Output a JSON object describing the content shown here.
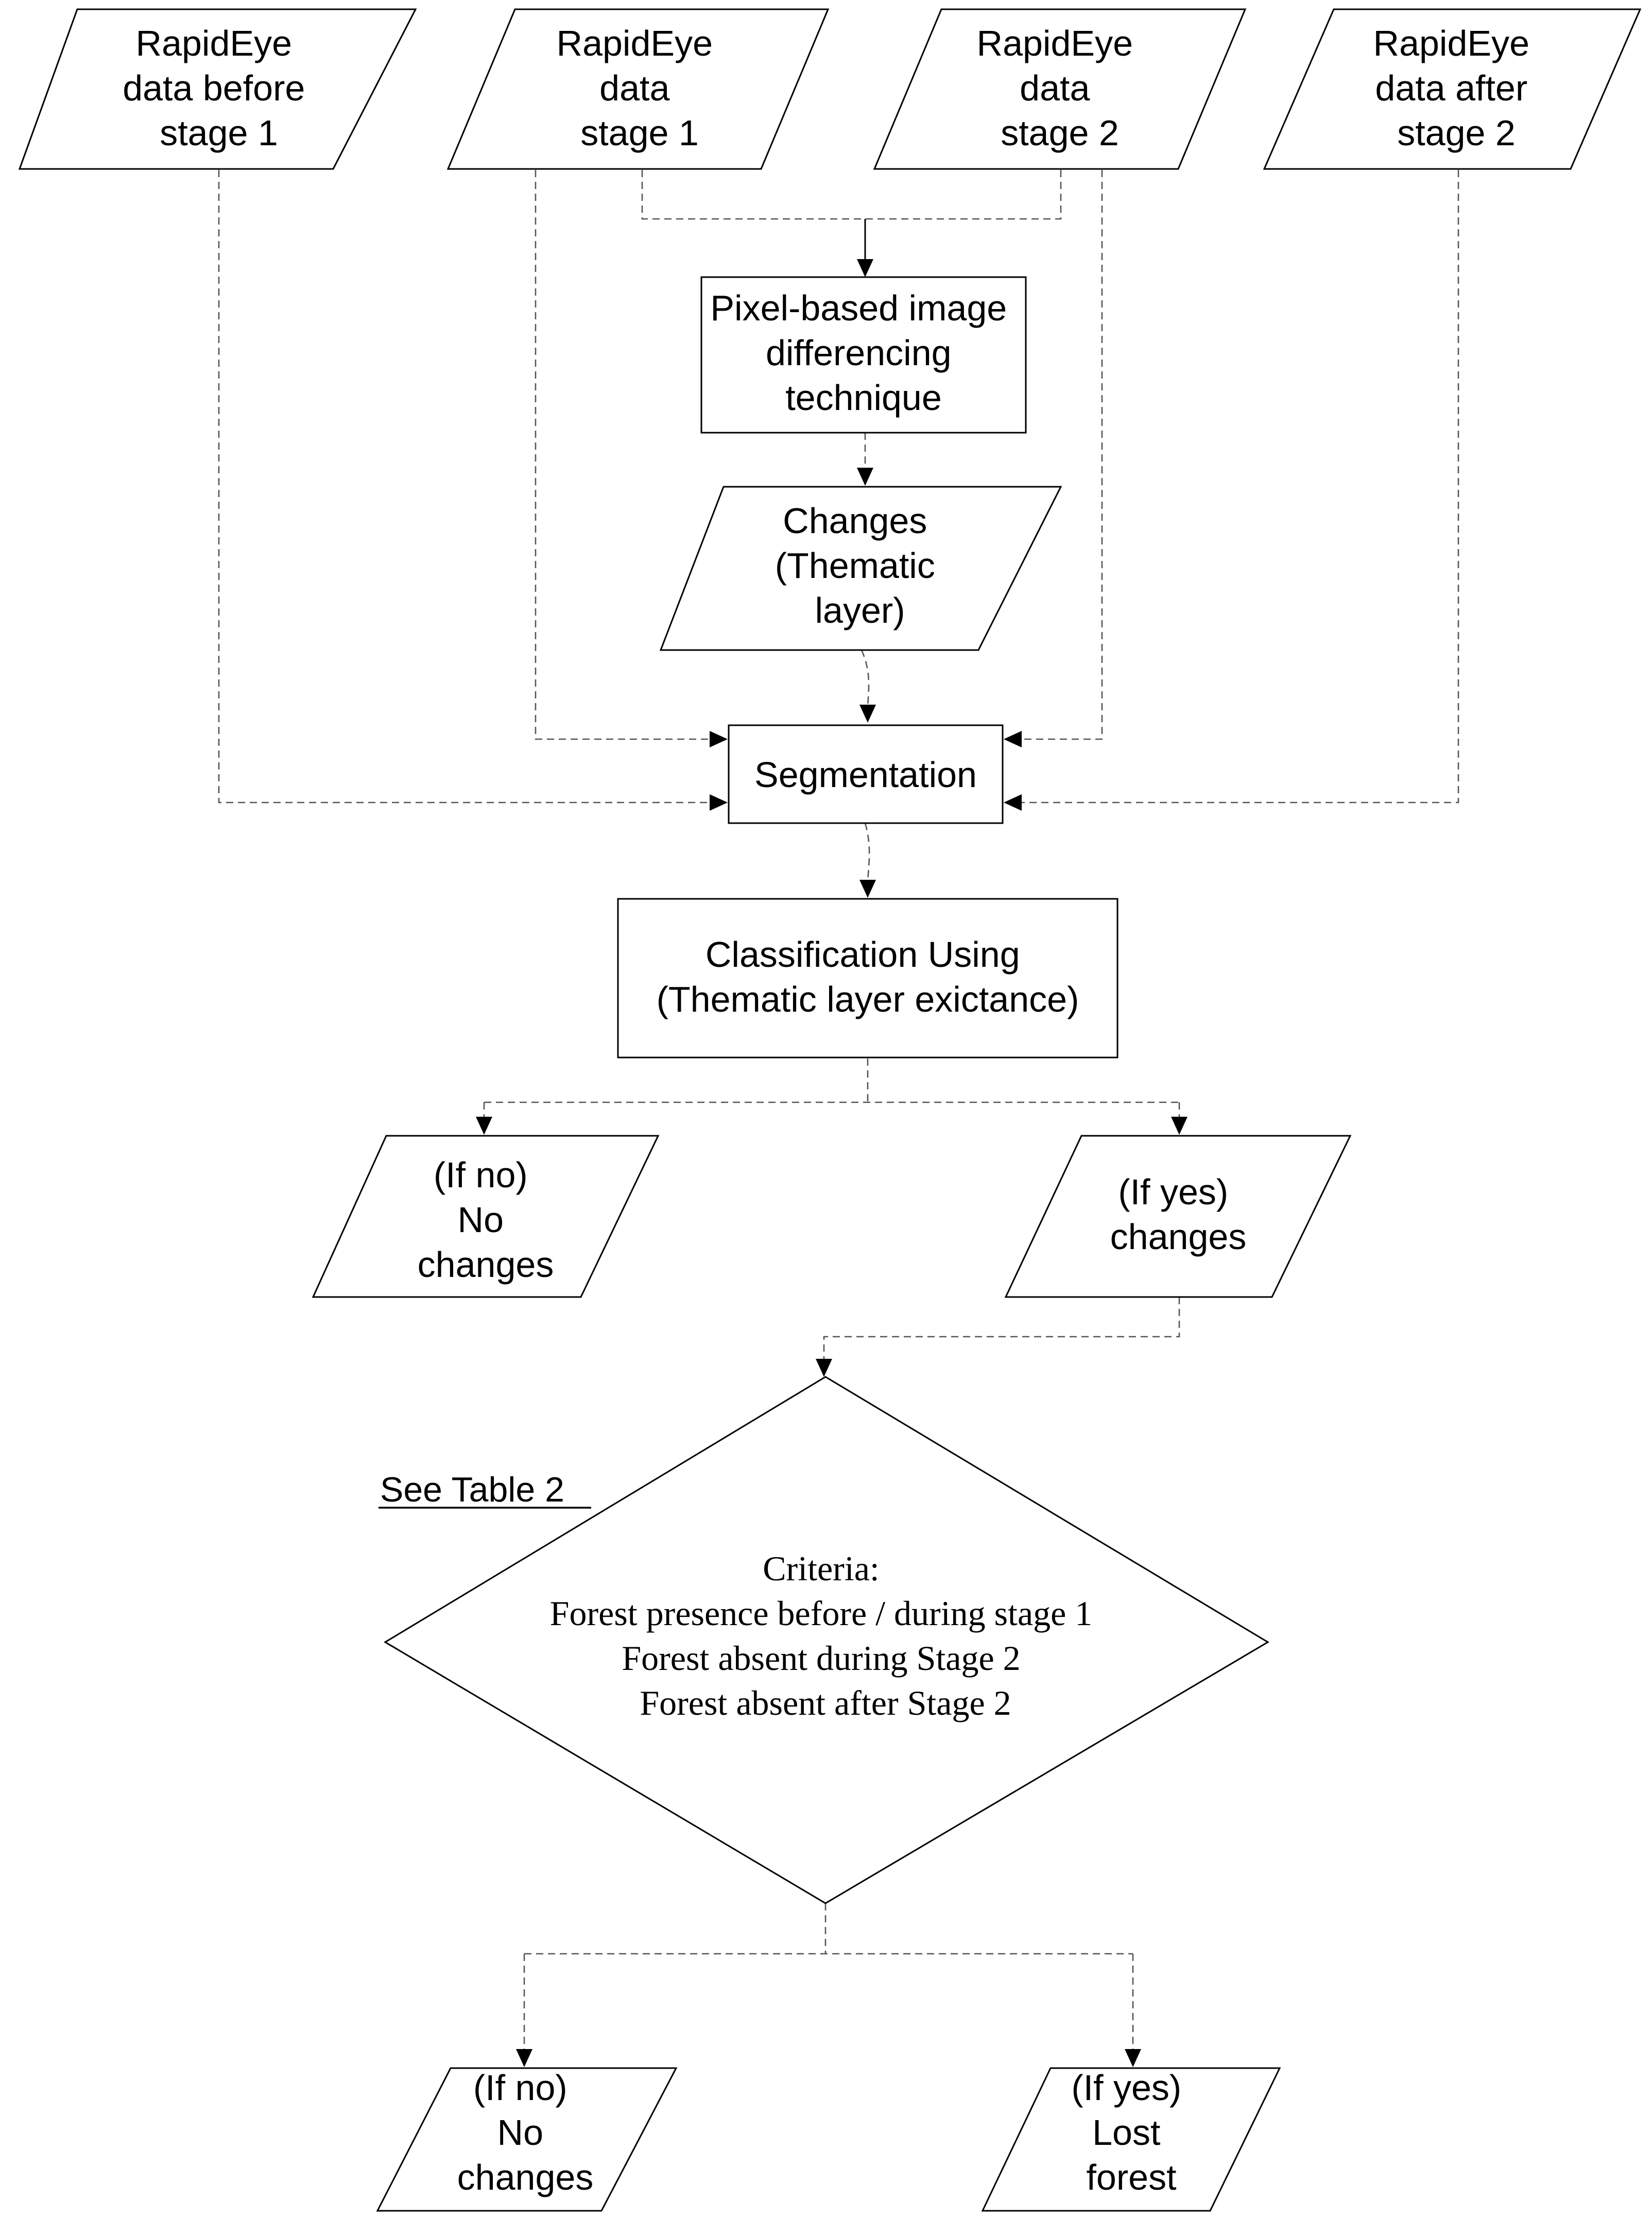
{
  "nodes": {
    "rapideye_before": {
      "shape": "parallelogram",
      "lines": [
        "RapidEye",
        "data before",
        "stage 1"
      ]
    },
    "rapideye_stage1": {
      "shape": "parallelogram",
      "lines": [
        "RapidEye",
        "data",
        "stage 1"
      ]
    },
    "rapideye_stage2": {
      "shape": "parallelogram",
      "lines": [
        "RapidEye",
        "data",
        "stage 2"
      ]
    },
    "rapideye_after": {
      "shape": "parallelogram",
      "lines": [
        "RapidEye",
        "data after",
        "stage 2"
      ]
    },
    "differencing": {
      "shape": "rectangle",
      "lines": [
        "Pixel-based image",
        "differencing",
        "technique"
      ]
    },
    "changes_layer": {
      "shape": "parallelogram",
      "lines": [
        "Changes",
        "(Thematic",
        "layer)"
      ]
    },
    "segmentation": {
      "shape": "rectangle",
      "lines": [
        "Segmentation"
      ]
    },
    "classification": {
      "shape": "rectangle",
      "lines": [
        "Classification Using",
        "(Thematic layer exictance)"
      ]
    },
    "no_changes_1": {
      "shape": "parallelogram",
      "lines": [
        "(If no)",
        "No",
        "changes"
      ]
    },
    "yes_changes": {
      "shape": "parallelogram",
      "lines": [
        "(If yes)",
        "changes"
      ]
    },
    "criteria": {
      "shape": "diamond",
      "lines": [
        "Criteria:",
        "Forest presence before / during stage 1",
        "Forest absent during Stage 2",
        "Forest absent after Stage 2"
      ]
    },
    "no_changes_2": {
      "shape": "parallelogram",
      "lines": [
        "(If no)",
        "No",
        "changes"
      ]
    },
    "lost_forest": {
      "shape": "parallelogram",
      "lines": [
        "(If yes)",
        "Lost",
        "forest"
      ]
    }
  },
  "note": {
    "text": "See Table 2"
  },
  "edges": [
    {
      "from": "rapideye_stage1",
      "to": "differencing",
      "style": "dashed"
    },
    {
      "from": "rapideye_stage2",
      "to": "differencing",
      "style": "dashed"
    },
    {
      "from": "differencing",
      "to": "changes_layer",
      "style": "dashed"
    },
    {
      "from": "changes_layer",
      "to": "segmentation",
      "style": "dashed"
    },
    {
      "from": "rapideye_before",
      "to": "segmentation",
      "style": "dashed"
    },
    {
      "from": "rapideye_stage1",
      "to": "segmentation",
      "style": "dashed"
    },
    {
      "from": "rapideye_stage2",
      "to": "segmentation",
      "style": "dashed"
    },
    {
      "from": "rapideye_after",
      "to": "segmentation",
      "style": "dashed"
    },
    {
      "from": "segmentation",
      "to": "classification",
      "style": "dashed"
    },
    {
      "from": "classification",
      "to": "no_changes_1",
      "style": "dashed"
    },
    {
      "from": "classification",
      "to": "yes_changes",
      "style": "dashed"
    },
    {
      "from": "yes_changes",
      "to": "criteria",
      "style": "dashed"
    },
    {
      "from": "criteria",
      "to": "no_changes_2",
      "style": "dashed"
    },
    {
      "from": "criteria",
      "to": "lost_forest",
      "style": "dashed"
    }
  ]
}
